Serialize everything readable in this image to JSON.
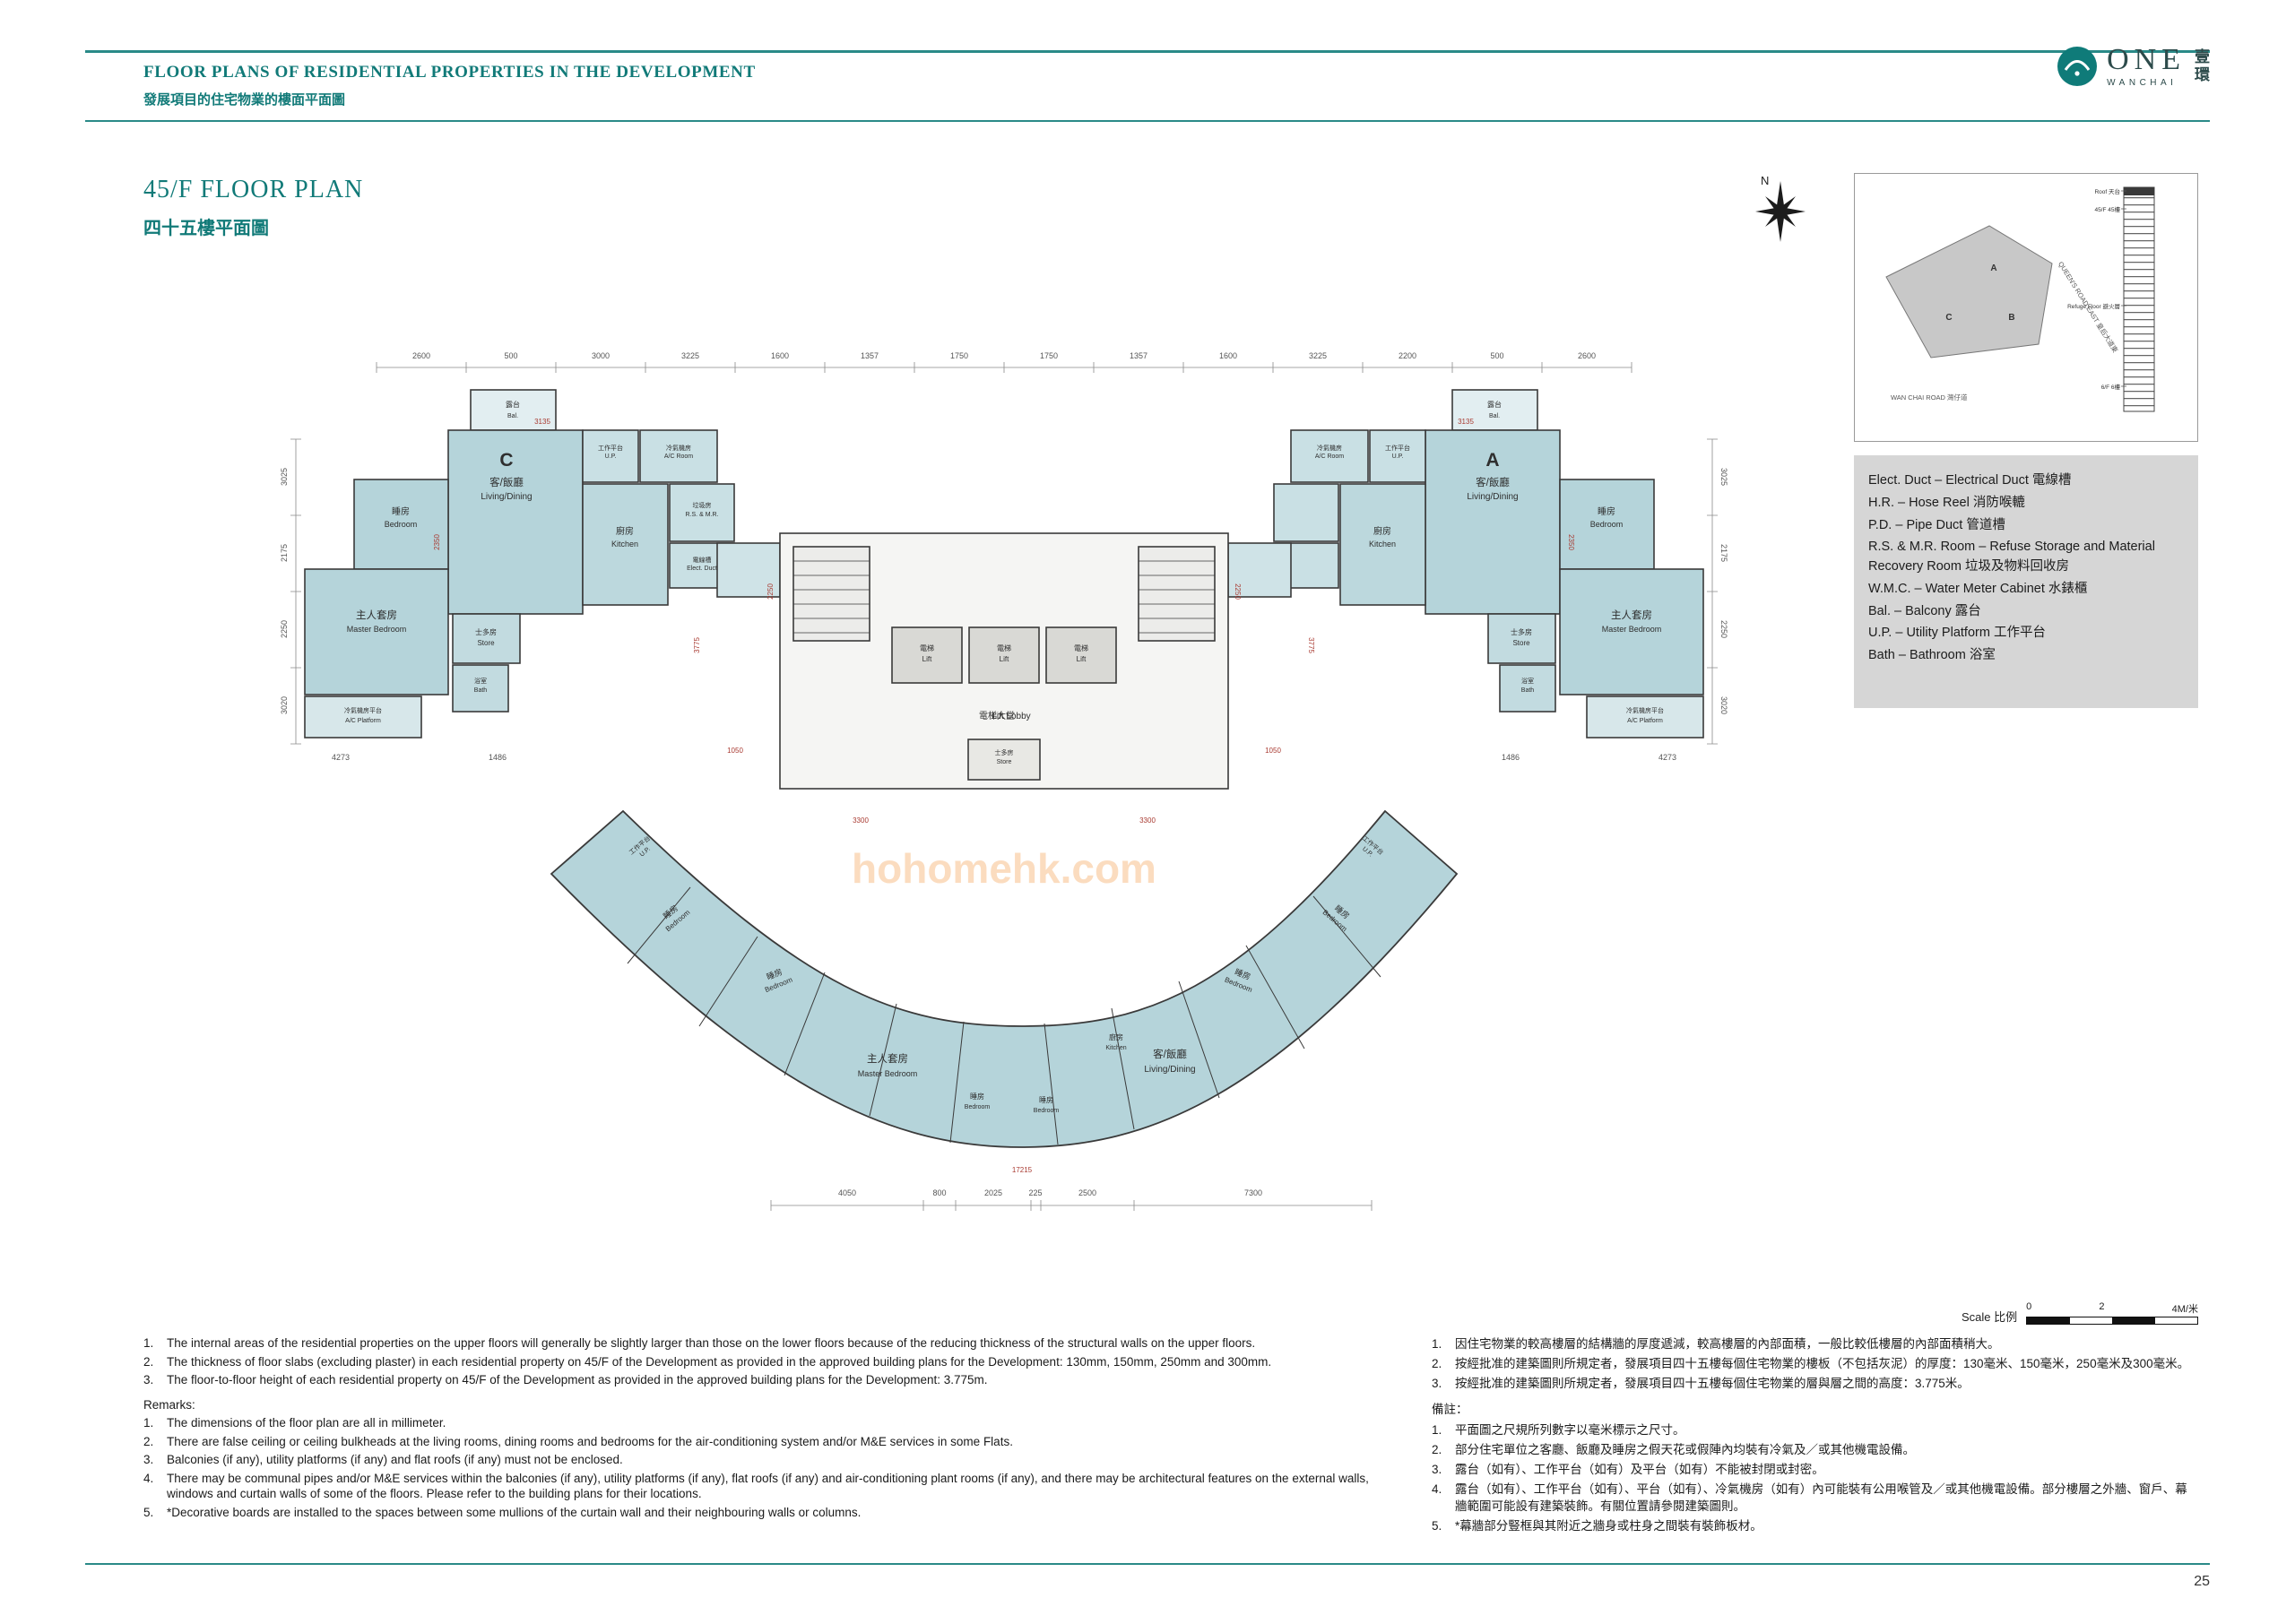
{
  "header": {
    "title_en": "FLOOR PLANS OF RESIDENTIAL PROPERTIES IN THE DEVELOPMENT",
    "title_zh": "發展項目的住宅物業的樓面平面圖",
    "logo": {
      "name": "ONE",
      "sub": "WANCHAI",
      "zh_top": "壹",
      "zh_bottom": "環"
    }
  },
  "section": {
    "title_en": "45/F FLOOR PLAN",
    "title_zh": "四十五樓平面圖"
  },
  "compass": {
    "label": "N"
  },
  "keyplan": {
    "roof": "Roof 天台",
    "floor_45": "45/F 45樓",
    "refuge": "Refuge Floor 避火層",
    "floor_6": "6/F 6樓",
    "road_bottom": "WAN CHAI ROAD 灣仔道",
    "road_right": "QUEEN'S ROAD EAST 皇后大道東",
    "unit_a": "A",
    "unit_b": "B",
    "unit_c": "C"
  },
  "legend": {
    "items": [
      "Elect. Duct – Electrical Duct 電線槽",
      "H.R. – Hose Reel 消防喉轆",
      "P.D. – Pipe Duct 管道槽",
      "R.S. & M.R. Room – Refuse Storage and Material Recovery Room 垃圾及物料回收房",
      "W.M.C. – Water Meter Cabinet 水錶櫃",
      "Bal. – Balcony 露台",
      "U.P. – Utility Platform 工作平台",
      "Bath – Bathroom 浴室"
    ]
  },
  "scalebar": {
    "label": "Scale 比例",
    "t0": "0",
    "t2": "2",
    "t4": "4M/米"
  },
  "floorplan": {
    "unit_a": "A",
    "unit_c": "C",
    "rooms": {
      "bal_zh": "露台",
      "bal_en": "Bal.",
      "living_zh": "客/飯廳",
      "living_en": "Living/Dining",
      "bedroom_zh": "睡房",
      "bedroom_en": "Bedroom",
      "master_zh": "主人套房",
      "master_en": "Master Bedroom",
      "kitchen_zh": "廚房",
      "kitchen_en": "Kitchen",
      "store_zh": "士多房",
      "store_en": "Store",
      "bath_zh": "浴室",
      "bath_en": "Bath",
      "lift_zh": "電梯",
      "lift_en": "Lift",
      "lobby_zh": "電梯大堂",
      "lobby_en": "Lift Lobby",
      "acplat_zh": "冷氣機房平台",
      "acplat_en": "A/C Platform",
      "acroom_zh": "冷氣機房",
      "acroom_en": "A/C Room",
      "up_zh": "工作平台",
      "up_en": "U.P.",
      "rs_zh": "垃圾房",
      "rs_en": "R.S. & M.R.",
      "elect_zh": "電線槽",
      "elect_en": "Elect. Duct"
    },
    "dims_top": [
      "2600",
      "500",
      "3000",
      "3225",
      "1600",
      "1357",
      "1750",
      "1750",
      "1357",
      "1600",
      "3225",
      "2200",
      "500",
      "2600"
    ],
    "dims_bottom": [
      "4050",
      "800",
      "2025",
      "225",
      "2500",
      "7300"
    ],
    "dims_left": [
      "3025",
      "2175",
      "2250",
      "3020"
    ],
    "dims_right": [
      "3025",
      "2175",
      "2250",
      "3020"
    ],
    "dims_misc": [
      "4273",
      "1486",
      "17215"
    ],
    "dims_red": [
      "3135",
      "2350",
      "3775",
      "2250",
      "1050",
      "3300"
    ],
    "watermark": "hohomehk.com"
  },
  "notes_en": {
    "items": [
      {
        "n": "1.",
        "text": "The internal areas of the residential properties on the upper floors will generally be slightly larger than those on the lower floors because of the reducing thickness of the structural walls on the upper floors."
      },
      {
        "n": "2.",
        "text": "The thickness of floor slabs (excluding plaster) in each residential property on 45/F of the Development as provided in the approved building plans for the Development: 130mm, 150mm, 250mm and 300mm."
      },
      {
        "n": "3.",
        "text": "The floor-to-floor height of each residential property on 45/F of the Development as provided in the approved building plans for the Development: 3.775m."
      }
    ],
    "remarks_title": "Remarks:",
    "remarks": [
      {
        "n": "1.",
        "text": "The dimensions of the floor plan are all in millimeter."
      },
      {
        "n": "2.",
        "text": "There are false ceiling or ceiling bulkheads at the living rooms, dining rooms and bedrooms for the air-conditioning system and/or M&E services in some Flats."
      },
      {
        "n": "3.",
        "text": "Balconies (if any), utility platforms (if any) and flat roofs (if any) must not be enclosed."
      },
      {
        "n": "4.",
        "text": "There may be communal pipes and/or M&E services within the balconies (if any), utility platforms (if any), flat roofs (if any) and air-conditioning plant rooms (if any), and there may be architectural features on the external walls, windows and curtain walls of some of the floors. Please refer to the building plans for their locations."
      },
      {
        "n": "5.",
        "text": "*Decorative boards are installed to the spaces between some mullions of the curtain wall and their neighbouring walls or columns."
      }
    ]
  },
  "notes_zh": {
    "items": [
      {
        "n": "1.",
        "text": "因住宅物業的較高樓層的結構牆的厚度遞減，較高樓層的內部面積，一般比較低樓層的內部面積稍大。"
      },
      {
        "n": "2.",
        "text": "按經批准的建築圖則所規定者，發展項目四十五樓每個住宅物業的樓板（不包括灰泥）的厚度：130毫米、150毫米，250毫米及300毫米。"
      },
      {
        "n": "3.",
        "text": "按經批准的建築圖則所規定者，發展項目四十五樓每個住宅物業的層與層之間的高度：3.775米。"
      }
    ],
    "remarks_title": "備註：",
    "remarks": [
      {
        "n": "1.",
        "text": "平面圖之尺規所列數字以毫米標示之尺寸。"
      },
      {
        "n": "2.",
        "text": "部分住宅單位之客廳、飯廳及睡房之假天花或假陣內均裝有冷氣及／或其他機電設備。"
      },
      {
        "n": "3.",
        "text": "露台（如有）、工作平台（如有）及平台（如有）不能被封閉或封密。"
      },
      {
        "n": "4.",
        "text": "露台（如有）、工作平台（如有）、平台（如有）、冷氣機房（如有）內可能裝有公用喉管及／或其他機電設備。部分樓層之外牆、窗戶、幕牆範圍可能設有建築裝飾。有關位置請參閱建築圖則。"
      },
      {
        "n": "5.",
        "text": "*幕牆部分豎框與其附近之牆身或柱身之間裝有裝飾板材。"
      }
    ]
  },
  "footer": {
    "page_number": "25"
  },
  "colors": {
    "teal": "#2a8a88",
    "room_fill": "#b5d4da",
    "dim_red": "#a93b32",
    "watermark_orange": "#f39237"
  }
}
